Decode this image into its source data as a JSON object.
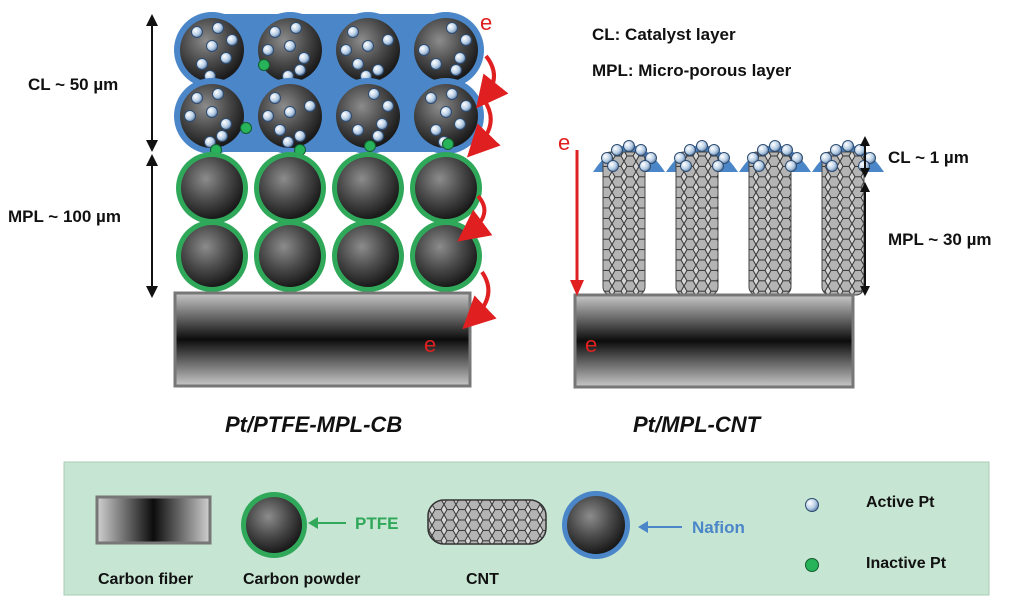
{
  "left_panel": {
    "cl_label": "CL ~ 50 µm",
    "mpl_label": "MPL ~ 100 µm",
    "caption": "Pt/PTFE-MPL-CB",
    "electron_symbol": "e"
  },
  "right_panel": {
    "cl_label": "CL ~ 1 µm",
    "mpl_label": "MPL ~ 30 µm",
    "caption": "Pt/MPL-CNT",
    "electron_symbol": "e"
  },
  "definitions": {
    "cl": "CL: Catalyst layer",
    "mpl": "MPL: Micro-porous layer"
  },
  "legend": {
    "carbon_fiber": "Carbon fiber",
    "carbon_powder": "Carbon powder",
    "ptfe": "PTFE",
    "cnt": "CNT",
    "nafion": "Nafion",
    "active_pt": "Active Pt",
    "inactive_pt": "Inactive Pt"
  },
  "colors": {
    "nafion": "#4a86c8",
    "ptfe": "#2fa85a",
    "electron": "#e02020",
    "legend_bg": "#c6e5d3",
    "fiber": "#2a2a2a"
  }
}
